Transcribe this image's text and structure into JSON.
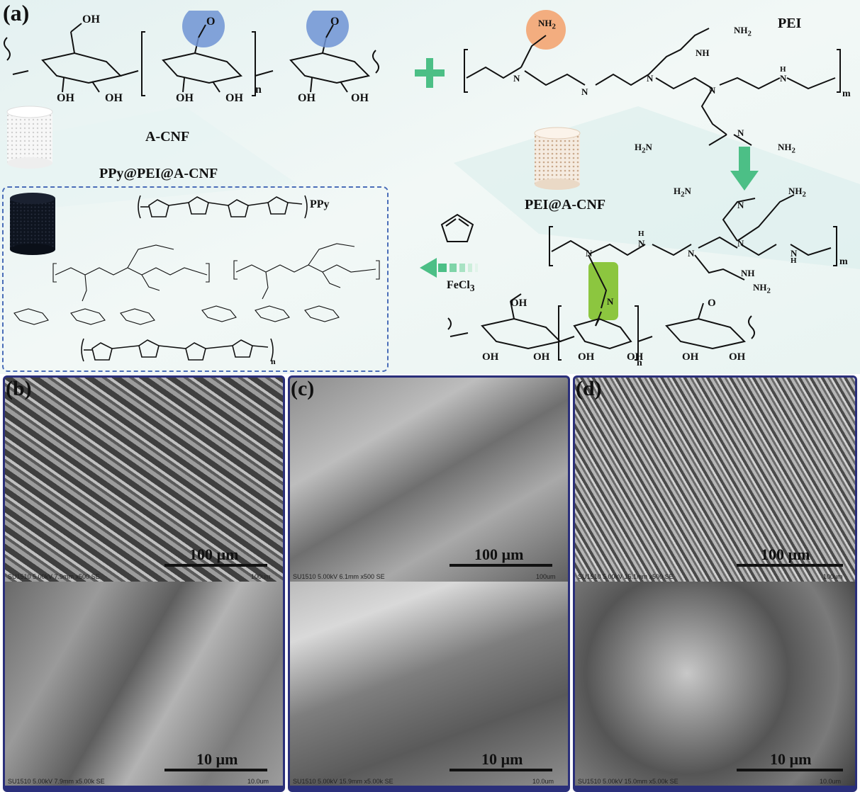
{
  "panel_labels": {
    "a": "(a)",
    "b": "(b)",
    "c": "(c)",
    "d": "(d)"
  },
  "scheme": {
    "acnf_label": "A-CNF",
    "pei_label": "PEI",
    "pei_acnf_label": "PEI@A-CNF",
    "ppy_pei_acnf_label": "PPy@PEI@A-CNF",
    "ppy_label": "PPy",
    "fecl3_label": "FeCl",
    "fecl3_sub": "3",
    "n_sub": "n",
    "m_sub": "m",
    "oh": "OH",
    "o": "O",
    "nh2": "NH",
    "nh2_sub": "2",
    "h2n": "H",
    "n": "N",
    "h": "H",
    "nh": "NH"
  },
  "sem": {
    "b": {
      "top": {
        "scale": "100 µm",
        "meta_left": "SU1510 5.00kV 7.9mm x500 SE",
        "meta_right": "100um"
      },
      "bottom": {
        "scale": "10 µm",
        "meta_left": "SU1510 5.00kV 7.9mm x5.00k SE",
        "meta_right": "10.0um"
      }
    },
    "c": {
      "top": {
        "scale": "100 µm",
        "meta_left": "SU1510 5.00kV 6.1mm x500 SE",
        "meta_right": "100um"
      },
      "bottom": {
        "scale": "10 µm",
        "meta_left": "SU1510 5.00kV 15.9mm x5.00k SE",
        "meta_right": "10.0um"
      }
    },
    "d": {
      "top": {
        "scale": "100 µm",
        "meta_left": "SU1510 5.00kV 15.1mm x500 SE",
        "meta_right": "100um"
      },
      "bottom": {
        "scale": "10 µm",
        "meta_left": "SU1510 5.00kV 15.0mm x5.00k SE",
        "meta_right": "10.0um"
      }
    }
  },
  "colors": {
    "aldehyde": "#6f93d4",
    "amine": "#f3a572",
    "imine": "#8cc63f",
    "frame": "#2a2f7a",
    "arrow": "#4cbf86"
  }
}
